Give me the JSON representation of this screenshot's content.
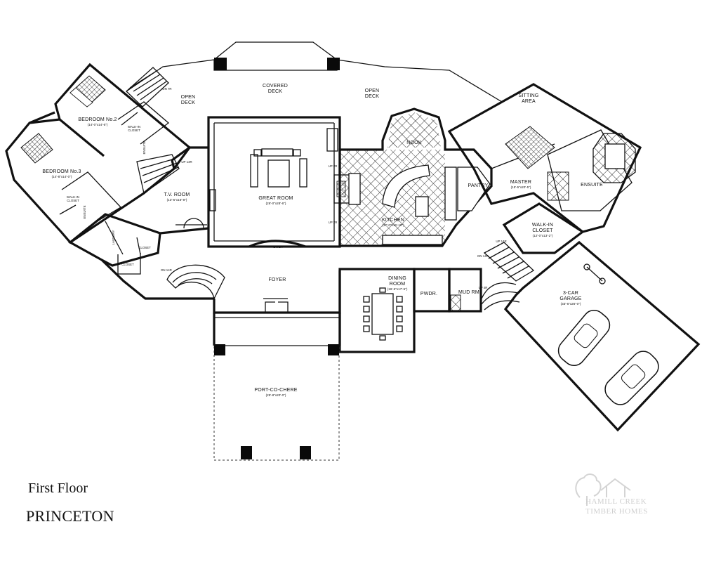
{
  "plan": {
    "labels": {
      "covered_deck": [
        "COVERED",
        "DECK"
      ],
      "open_deck_left": [
        "OPEN",
        "DECK"
      ],
      "open_deck_right": [
        "OPEN",
        "DECK"
      ],
      "great_room": "GREAT ROOM",
      "great_room_dim": "(26'-0\"x28'-6\")",
      "tv_room": "T.V. ROOM",
      "tv_room_dim": "(13'-5\"x16'-8\")",
      "kitchen": "KITCHEN",
      "kitchen_dim": "(17'-0\"x16'-10\")",
      "nook": "NOOK",
      "pantry": "PANTRY",
      "bedroom2": "BEDROOM No.2",
      "bedroom2_dim": "(14'-0\"x14'-6\")",
      "bedroom3": "BEDROOM No.3",
      "bedroom3_dim": "(14'-8\"x14'-0\")",
      "walkin_closet_small": [
        "WALK-IN",
        "CLOSET"
      ],
      "ensuite_small": "ENSUITE",
      "laundry": "LAUNDRY",
      "closet": "CLOSET",
      "foyer": "FOYER",
      "dining_room": [
        "DINING",
        "ROOM"
      ],
      "dining_dim": "(16'-6\"x17'-5\")",
      "pwdr": "PWDR.",
      "mud_rm": "MUD RM.",
      "sitting_area": [
        "SITTING",
        "AREA"
      ],
      "master": "MASTER",
      "master_dim": "(15'-5\"x20'-5\")",
      "master_ensuite": "ENSUITE",
      "walkin_closet_master": [
        "WALK-IN",
        "CLOSET"
      ],
      "walkin_closet_master_dim": "(12'-0\"x13'-2\")",
      "garage": "3-CAR",
      "garage2": "GARAGE",
      "garage_dim": "(33'-6\"x26'-0\")",
      "porte_cochere": "PORT-CO-CHERE",
      "porte_cochere_dim": "(25'-8\"x20'-0\")",
      "up_2r": "UP 2R",
      "up_14r": "UP 14R",
      "up_4r": "UP 4R",
      "dn_7r": "DN 7R",
      "dn_2r": "DN 2R",
      "dn_14r": "DN 14R"
    }
  },
  "title": {
    "floor": "First Floor",
    "model": "PRINCETON"
  },
  "logo": {
    "line1": "HAMILL CREEK",
    "line2": "TIMBER HOMES",
    "color": "#cfcfcf"
  }
}
